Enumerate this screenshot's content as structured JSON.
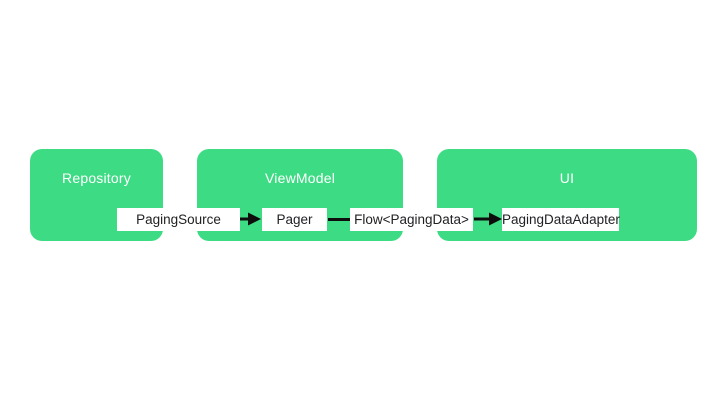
{
  "colors": {
    "container_green": "#3ddc84",
    "container_title": "#ffffff",
    "node_bg": "#ffffff",
    "node_text": "#202124",
    "arrow": "#0d0d0d",
    "background": "#ffffff"
  },
  "diagram": {
    "containers": [
      {
        "label": "Repository"
      },
      {
        "label": "ViewModel"
      },
      {
        "label": "UI"
      }
    ],
    "nodes": [
      {
        "label": "PagingSource"
      },
      {
        "label": "Pager"
      },
      {
        "label": "Flow<PagingData>"
      },
      {
        "label": "PagingDataAdapter"
      }
    ],
    "connectors": [
      {
        "from": "PagingSource",
        "to": "Pager",
        "style": "arrow"
      },
      {
        "from": "Pager",
        "to": "Flow<PagingData>",
        "style": "line"
      },
      {
        "from": "Flow<PagingData>",
        "to": "PagingDataAdapter",
        "style": "arrow"
      }
    ]
  }
}
